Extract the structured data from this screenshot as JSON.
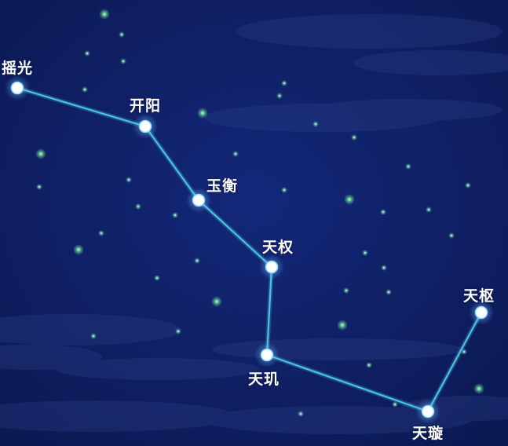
{
  "constellation": {
    "stars": [
      {
        "id": "yaoguang",
        "label": "摇光"
      },
      {
        "id": "kaiyang",
        "label": "开阳"
      },
      {
        "id": "yuheng",
        "label": "玉衡"
      },
      {
        "id": "tianquan",
        "label": "天权"
      },
      {
        "id": "tianji",
        "label": "天玑"
      },
      {
        "id": "tianxuan",
        "label": "天璇"
      },
      {
        "id": "tianshu",
        "label": "天枢"
      }
    ],
    "links": [
      [
        "yaoguang",
        "kaiyang"
      ],
      [
        "kaiyang",
        "yuheng"
      ],
      [
        "yuheng",
        "tianquan"
      ],
      [
        "tianquan",
        "tianji"
      ],
      [
        "tianji",
        "tianxuan"
      ],
      [
        "tianxuan",
        "tianshu"
      ]
    ]
  },
  "colors": {
    "sky": "#0f1f5c",
    "sky_deep": "#0a1547",
    "cloud": "#2a3f86",
    "line": "#49c3df",
    "star_core": "#ffffff",
    "star_glow": "#8fd8ff",
    "background_star": "#7ef0a0",
    "label": "#ffffff"
  }
}
